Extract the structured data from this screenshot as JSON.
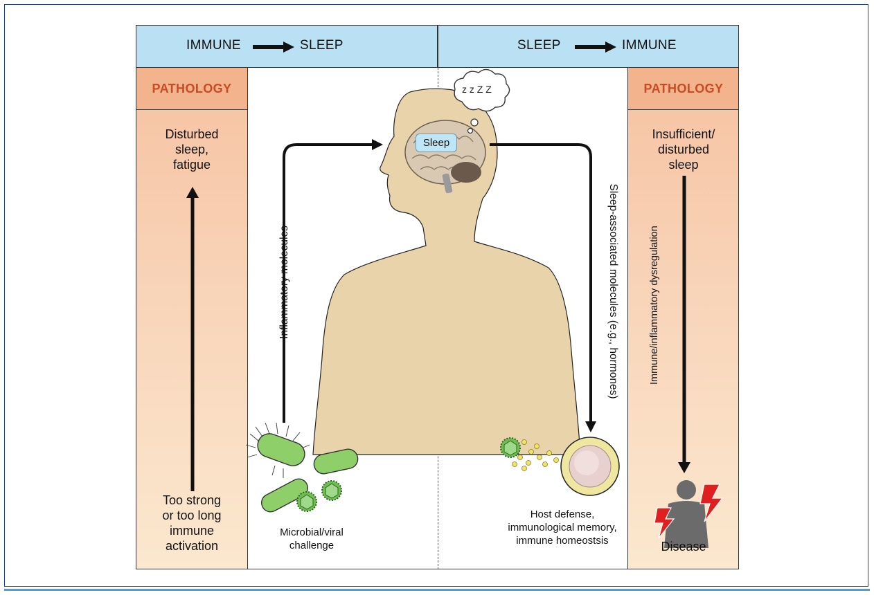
{
  "header": {
    "left": {
      "from": "IMMUNE",
      "to": "SLEEP"
    },
    "right": {
      "from": "SLEEP",
      "to": "IMMUNE"
    }
  },
  "left_column": {
    "heading": "PATHOLOGY",
    "top_text": [
      "Disturbed",
      "sleep,",
      "fatigue"
    ],
    "bottom_text": [
      "Too strong",
      "or too long",
      "immune",
      "activation"
    ]
  },
  "right_column": {
    "heading": "PATHOLOGY",
    "top_text": [
      "Insufficient/",
      "disturbed",
      "sleep"
    ],
    "vertical_label": "Immune/inflammatory dysregulation",
    "bottom_text": "Disease"
  },
  "center": {
    "sleep_badge": "Sleep",
    "dream_text": "z z Z Z",
    "left_arrow_label": "Inflammatory molecules",
    "right_arrow_label": "Sleep-associated molecules (e.g., hormones)",
    "left_caption": [
      "Microbial/viral",
      "challenge"
    ],
    "right_caption": [
      "Host defense,",
      "immunological memory,",
      "immune homeostsis"
    ]
  },
  "colors": {
    "header_band": "#b9e1f3",
    "pathology_head": "#f3b48d",
    "pathology_text": "#c94a24",
    "body_skin": "#e8d3aa",
    "bolt": "#e02020",
    "microbe_green": "#8fcf6a"
  },
  "icons": [
    "bacteria-icon",
    "virus-icon",
    "brain-icon",
    "thought-cloud-icon",
    "immune-cell-icon",
    "disease-figure-icon",
    "lightning-bolt-icon"
  ]
}
